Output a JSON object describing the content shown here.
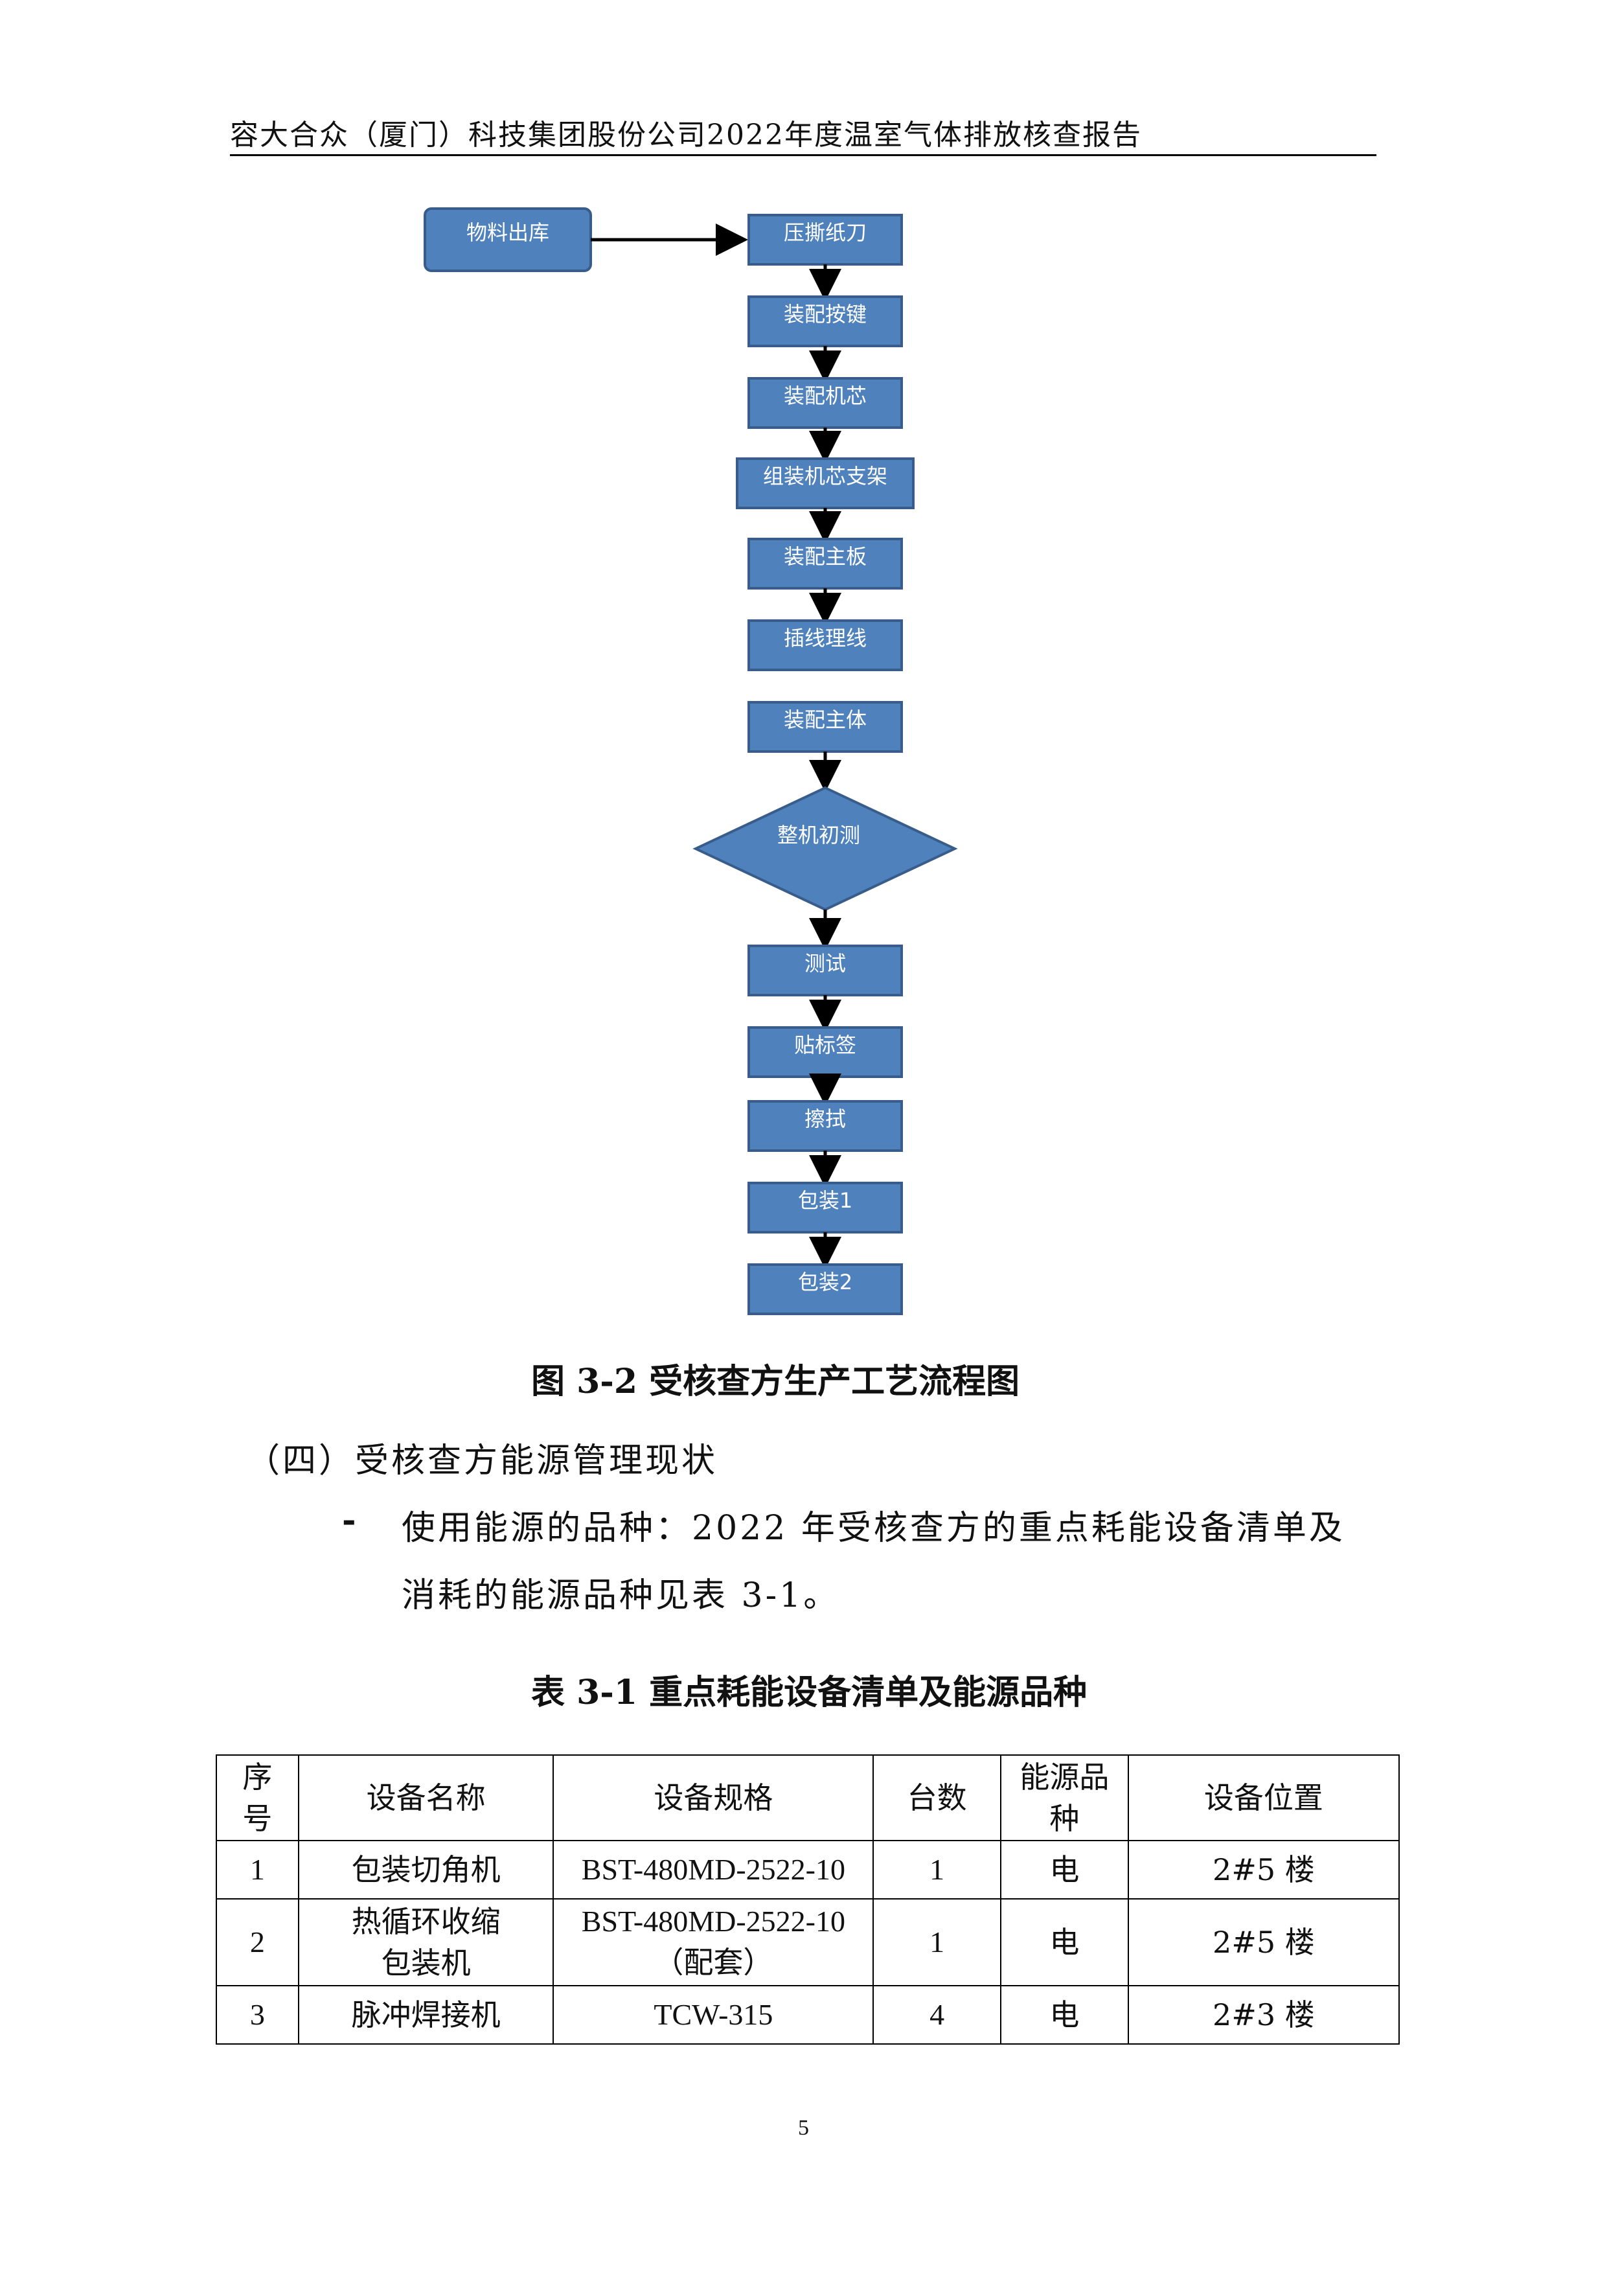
{
  "header": {
    "title": "容大合众（厦门）科技集团股份公司2022年度温室气体排放核查报告"
  },
  "flowchart": {
    "start": "物料出库",
    "steps": [
      "压撕纸刀",
      "装配按键",
      "装配机芯",
      "组装机芯支架",
      "装配主板",
      "插线理线",
      "装配主体"
    ],
    "decision": "整机初测",
    "after": [
      "测试",
      "贴标签",
      "擦拭",
      "包装1",
      "包装2"
    ],
    "colors": {
      "fill": "#4f81bd",
      "border": "#385d8a",
      "arrow": "#000000"
    }
  },
  "figure_caption": "图 3-2  受核查方生产工艺流程图",
  "section": {
    "heading": "（四）受核查方能源管理现状",
    "bullet_mark": "-",
    "bullet_line1": "使用能源的品种：2022 年受核查方的重点耗能设备清单及",
    "bullet_line2": "消耗的能源品种见表 3-1。"
  },
  "table_caption": "表 3-1  重点耗能设备清单及能源品种",
  "table": {
    "headers": [
      "序号",
      "设备名称",
      "设备规格",
      "台数",
      "能源品种",
      "设备位置"
    ],
    "rows": [
      {
        "no": "1",
        "name": "包装切角机",
        "spec": "BST-480MD-2522-10",
        "count": "1",
        "energy": "电",
        "location": "2#5 楼"
      },
      {
        "no": "2",
        "name": "热循环收缩包装机",
        "spec": "BST-480MD-2522-10（配套）",
        "count": "1",
        "energy": "电",
        "location": "2#5 楼"
      },
      {
        "no": "3",
        "name": "脉冲焊接机",
        "spec": "TCW-315",
        "count": "4",
        "energy": "电",
        "location": "2#3 楼"
      }
    ]
  },
  "page_number": "5"
}
